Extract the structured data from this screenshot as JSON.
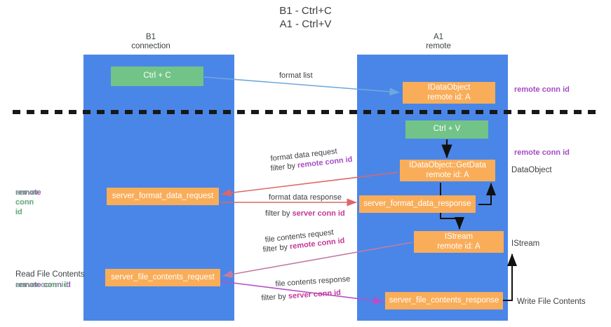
{
  "title": {
    "line1": "B1 - Ctrl+C",
    "line2": "A1 - Ctrl+V"
  },
  "columns": [
    {
      "name": "B1",
      "sub": "connection"
    },
    {
      "name": "A1",
      "sub": "remote"
    }
  ],
  "boxes": {
    "ctrl_c": "Ctrl + C",
    "idataobject_title": "IDataObject",
    "idataobject_sub": "remote id: A",
    "ctrl_v": "Ctrl + V",
    "getdata_title": "IDataObject::GetData",
    "getdata_sub": "remote id: A",
    "server_format_data_request": "server_format_data_request",
    "server_format_data_response": "server_format_data_response",
    "istream_title": "IStream",
    "istream_sub": "remote id: A",
    "server_file_contents_request": "server_file_contents_request",
    "server_file_contents_response": "server_file_contents_response"
  },
  "edge_labels": {
    "format_list": "format list",
    "format_data_request": "format data request",
    "format_data_request_filter_prefix": "filter by ",
    "format_data_request_filter_key": "remote conn id",
    "format_data_response": "format data response",
    "format_data_response_filter_prefix": "filter by ",
    "format_data_response_filter_key": "server conn id",
    "file_contents_request": "file contents request",
    "file_contents_request_filter_prefix": "filter by ",
    "file_contents_request_filter_key": "remote conn id",
    "file_contents_response": "file contents response",
    "file_contents_response_filter_prefix": "filter by ",
    "file_contents_response_filter_key": "server conn id"
  },
  "annotations": {
    "remote_conn_id_top": "remote conn id",
    "remote_conn_id_mid": "remote conn id",
    "dataobject": "DataObject",
    "istream": "IStream",
    "write_file_contents": "Write File Contents",
    "read_file_contents": "Read File Contents",
    "left_remote_conn_id_1": "remote conn id",
    "left_server_conn_id_1": "server conn id",
    "left_remote_conn_id_2": "remote conn id",
    "left_server_conn_id_2": "server conn id"
  },
  "colors": {
    "lane": "#4a86e8",
    "box_green": "#72c387",
    "box_orange": "#f9ad59",
    "text_dark": "#3c4043",
    "purple": "#a64bc4",
    "magenta": "#c4379a",
    "green_text": "#64b87a",
    "arrow_blue": "#6fa8dc",
    "arrow_red": "#e06666",
    "arrow_pink": "#c27ba0",
    "arrow_purple": "#b84fc9",
    "arrow_black": "#000000",
    "divider": "#222222"
  }
}
